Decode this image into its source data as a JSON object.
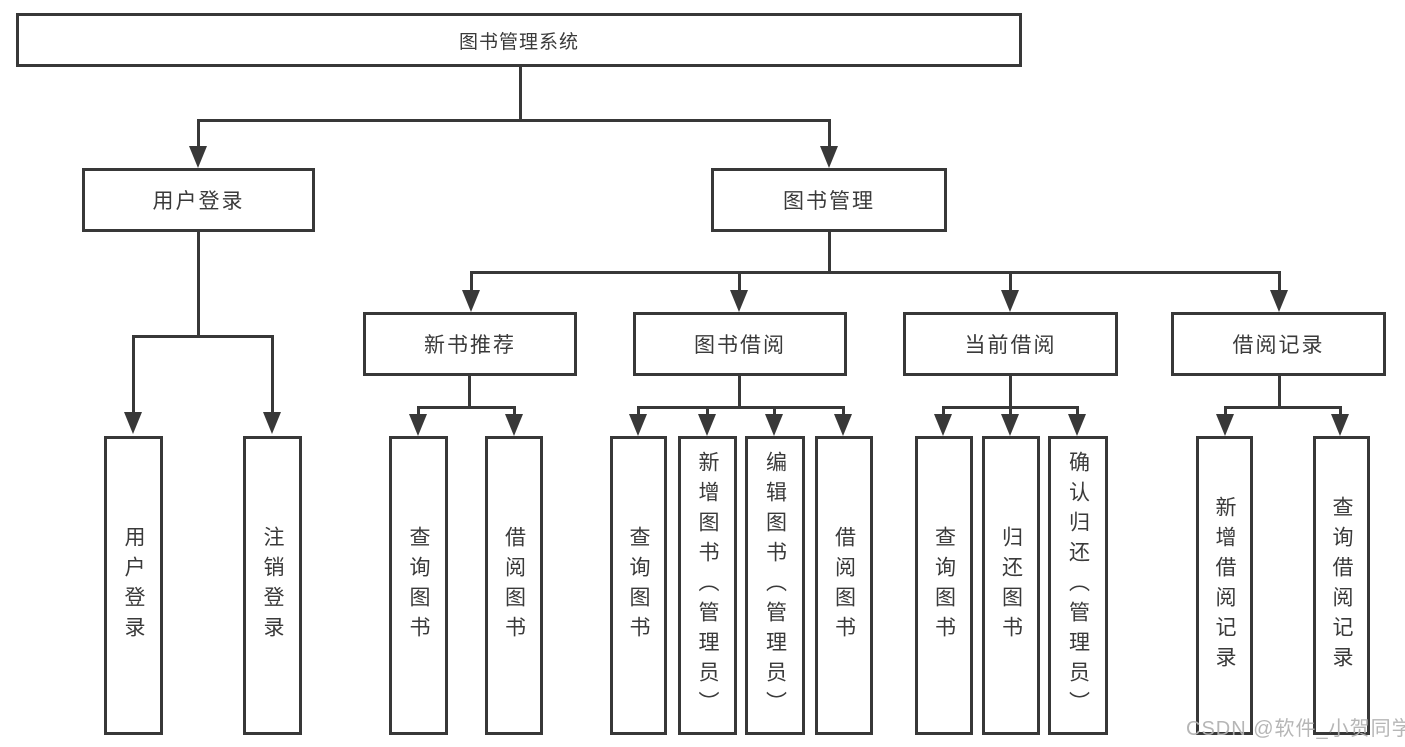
{
  "diagram": {
    "root": {
      "label": "图书管理系统"
    },
    "level2": [
      {
        "label": "用户登录"
      },
      {
        "label": "图书管理"
      }
    ],
    "level3": [
      {
        "label": "新书推荐"
      },
      {
        "label": "图书借阅"
      },
      {
        "label": "当前借阅"
      },
      {
        "label": "借阅记录"
      }
    ],
    "leaves": [
      {
        "label": "用户登录"
      },
      {
        "label": "注销登录"
      },
      {
        "label": "查询图书"
      },
      {
        "label": "借阅图书"
      },
      {
        "label": "查询图书"
      },
      {
        "label": "新增图书（管理员）"
      },
      {
        "label": "编辑图书（管理员）"
      },
      {
        "label": "借阅图书"
      },
      {
        "label": "查询图书"
      },
      {
        "label": "归还图书"
      },
      {
        "label": "确认归还（管理员）"
      },
      {
        "label": "新增借阅记录"
      },
      {
        "label": "查询借阅记录"
      }
    ]
  },
  "watermark": {
    "text": "CSDN @软件_小贺同学"
  },
  "colors": {
    "line": "#383838",
    "text": "#3a3a3a",
    "watermark": "#b3b3b3",
    "background": "#ffffff"
  }
}
